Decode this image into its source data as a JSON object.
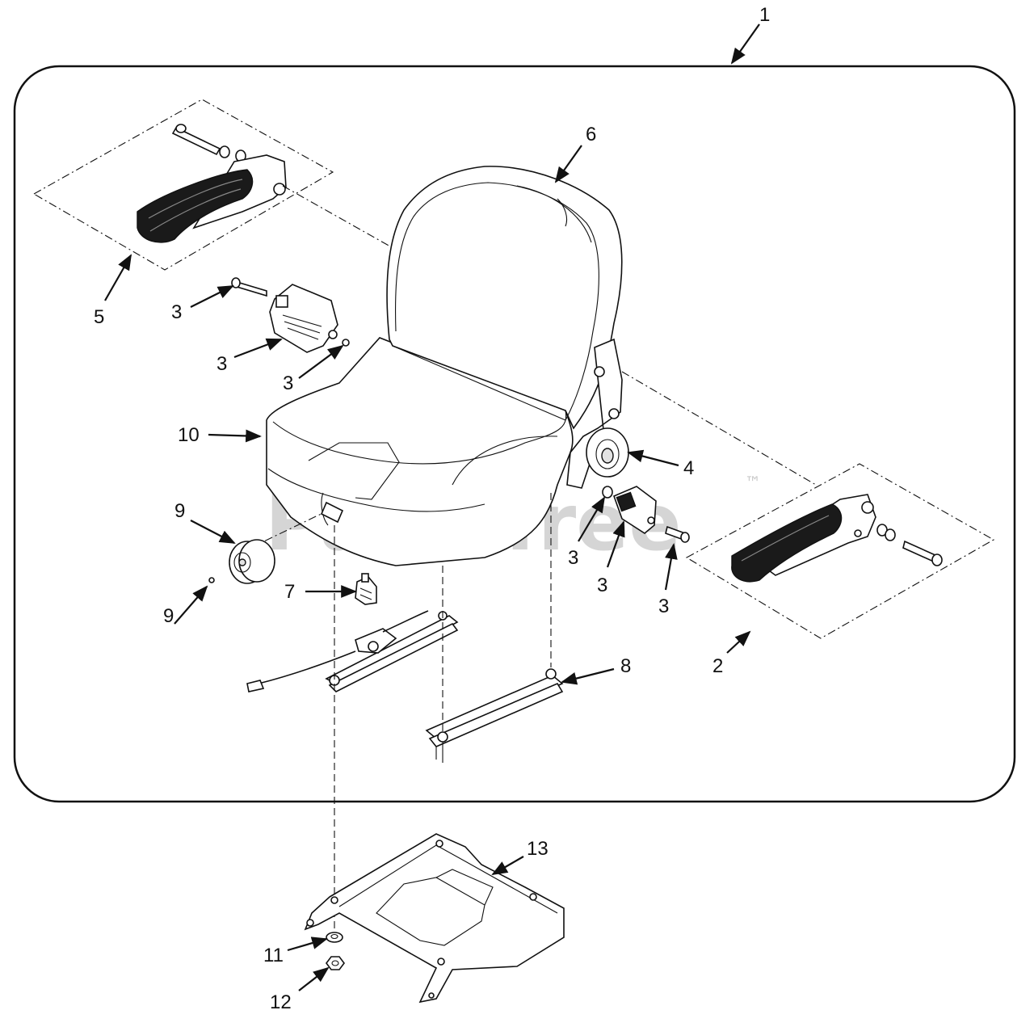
{
  "watermark": {
    "text": "PartsTree",
    "trademark": "™"
  },
  "callouts": {
    "c1": "1",
    "c2": "2",
    "c3a": "3",
    "c3b": "3",
    "c3c": "3",
    "c3d": "3",
    "c3e": "3",
    "c3f": "3",
    "c4": "4",
    "c5": "5",
    "c6": "6",
    "c7": "7",
    "c8": "8",
    "c9a": "9",
    "c9b": "9",
    "c10": "10",
    "c11": "11",
    "c12": "12",
    "c13": "13"
  }
}
